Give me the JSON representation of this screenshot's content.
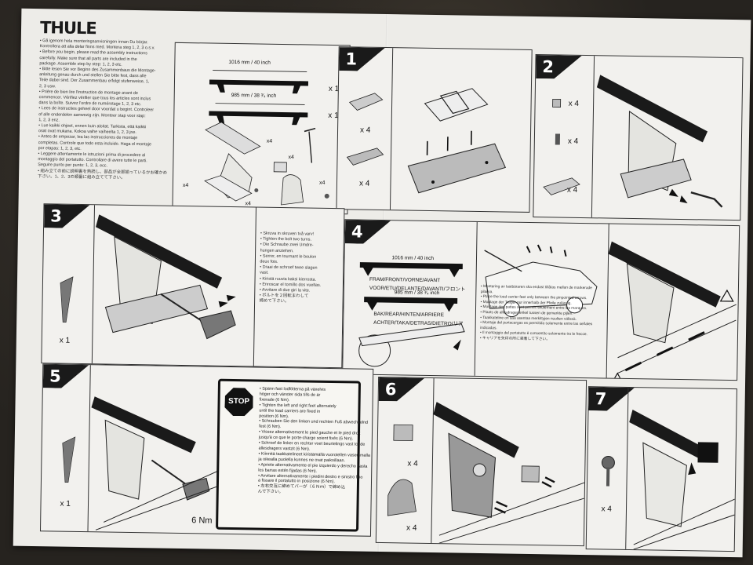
{
  "brand": "THULE",
  "intro_lines": [
    "• Gå igenom hela monteringsanvisningen innan Du börjar.",
    "  Kontrollera att alla delar finns med. Montera steg 1, 2, 3 o.s.v.",
    "• Before you begin, please read the assembly instructions",
    "  carefully. Make sure that all parts are included in the",
    "  package. Assemble step by step: 1, 2, 3 etc.",
    "• Bitte lesen Sie vor Beginn des Zusammenbaus die Montage-",
    "  anleitung genau durch und stellen Sie bitte fest, dass alle",
    "  Teile dabei sind. Der Zusammenbau erfolgt stufenweise, 1,",
    "  2, 3 usw.",
    "• Prière de bien lire l'instruction de montage avant de",
    "  commencer. Vérifiez vérifier que tous les articles sont inclus",
    "  dans la boîte. Suivez l'ordre de numérotage 1, 2, 3 etc.",
    "• Lees de instructies geheel door voordat u begint. Controleer",
    "  of alle onderdelen aanwezig zijn. Monteer stap voor stap:",
    "  1, 2, 3 enz.",
    "• Lue kaikki ohjeet, ennen kuin aloitat. Tarkista, että kaikki",
    "  osat ovat mukana. Kokoa vaihe vaiheelta 1, 2, 3 jne.",
    "• Antes de empezar, lea las instrucciones de montaje",
    "  completas. Controle que todo esta incluido. Haga el montaje",
    "  por etapas: 1, 2, 3, etc.",
    "• Leggere attentamente le istruzioni prima di procedere al",
    "  montaggio del portatutto. Controllare di avere tutte le parti.",
    "  Seguire punto per punto: 1, 2, 3, ecc.",
    "• 組み立ての前に説明書を熟読し、部品が全部揃っているかお確かめ",
    "  下さい。1、2、3の順番に組み立てて下さい。"
  ],
  "overview": {
    "bar_long_dim": "1016 mm / 40 inch",
    "bar_short_dim": "985 mm / 38 ³⁄₄ inch",
    "qty_x1": "x 1",
    "qty_x4": "x4"
  },
  "steps": {
    "s1": {
      "num": "1",
      "qty": "x 4"
    },
    "s2": {
      "num": "2",
      "qty": "x 4"
    },
    "s3": {
      "num": "3",
      "qty": "x 1",
      "lines": [
        "• Skruva in skruven två varv!",
        "• Tighten the bolt two turns.",
        "• Die Schraube zwei Umdre-",
        "  hungen anziehen.",
        "• Serrer, en tournant le boulon",
        "  deux fois.",
        "• Draai de schroef twee slagen",
        "  vast.",
        "• Kiristä ruuvia kaksi kierrosta.",
        "• Enroscar el tornillo dos vueltas.",
        "• Avvitare di due giri la vite.",
        "• ボルトを２回転まわして",
        "  締めて下さい。"
      ]
    },
    "s4": {
      "num": "4",
      "front_label": "FRAM/FRONT/VORNE/AVANT",
      "front_label2": "VOOR/ETU/DELANTE/DAVANTI/フロント",
      "rear_label": "BAK/REAR/HINTEN/ARRIERE",
      "rear_label2": "ACHTER/TAKA/DETRAS/DIETRO/リア",
      "bar_long_dim": "1016 mm / 40 inch",
      "bar_short_dim": "985 mm / 38 ³⁄₄ inch",
      "lines": [
        "• Montering av lastbäraren ska endast tillåtas mellan de markerade",
        "  pilarna.",
        "• Place the load carrier feet only between the pinpointed arrows.",
        "• Montage der Träger nur innerhalb der Pfeile zulässig.",
        "• Montage des pattes sont permis seulement entre les marques.",
        "• Plaats de allesdrager enkel tussen de gemerkte pijlen.",
        "• Taakkateline on saa asentaa merkittyjen nuolten välissä.",
        "• Montaje del portacargas es permitida solamente entre las señales",
        "  indicadas.",
        "• Il montaggio del portatutto è consentito solamente tra le frecce.",
        "• キャリアを矢印の所に装着して下さい。"
      ]
    },
    "s5": {
      "num": "5",
      "qty": "x 1",
      "torque": "6 Nm"
    },
    "s6": {
      "num": "6",
      "qty_a": "x 4",
      "qty_b": "x 4"
    },
    "s7": {
      "num": "7",
      "qty": "x 4"
    }
  },
  "stop_box": {
    "sign": "STOP",
    "lines": [
      "• Spänn fast lodfötterna på växelvis",
      "  höger och vänster sida tills de är",
      "  fixerade (6 Nm).",
      "• Tighten the left and right feet alternately",
      "  until the load carriers are fixed in",
      "  position (6 Nm).",
      "• Schrauben Sie den linken und rechten Fuß abwechselnd",
      "  fest (6 Nm).",
      "• Vissez alternativement le pied gauche et le pied droit",
      "  jusqu'à ce que le porte-charge soient fixés (6 Nm).",
      "• Schroef de linker en rechter voet beurtelings vast tot de",
      "  allesdragers vastzit (6 Nm).",
      "• Kiinnitä taakkatelineet kiristämällä vuorotellen vasemmalla",
      "  ja oikealla puolella kunnes ne ovat paikoillaan.",
      "• Apriete alternativamente el pie izquierdo y derecho hasta",
      "  los barras estén fijadas (6 Nm).",
      "• Avvitare alternativamente i piedini destro e sinistro fino",
      "  a fissare il portatutto in posizione (6 Nm).",
      "• 左右交互に締めてバーが（６Ｎｍ）で締め込",
      "  んで下さい。"
    ]
  }
}
